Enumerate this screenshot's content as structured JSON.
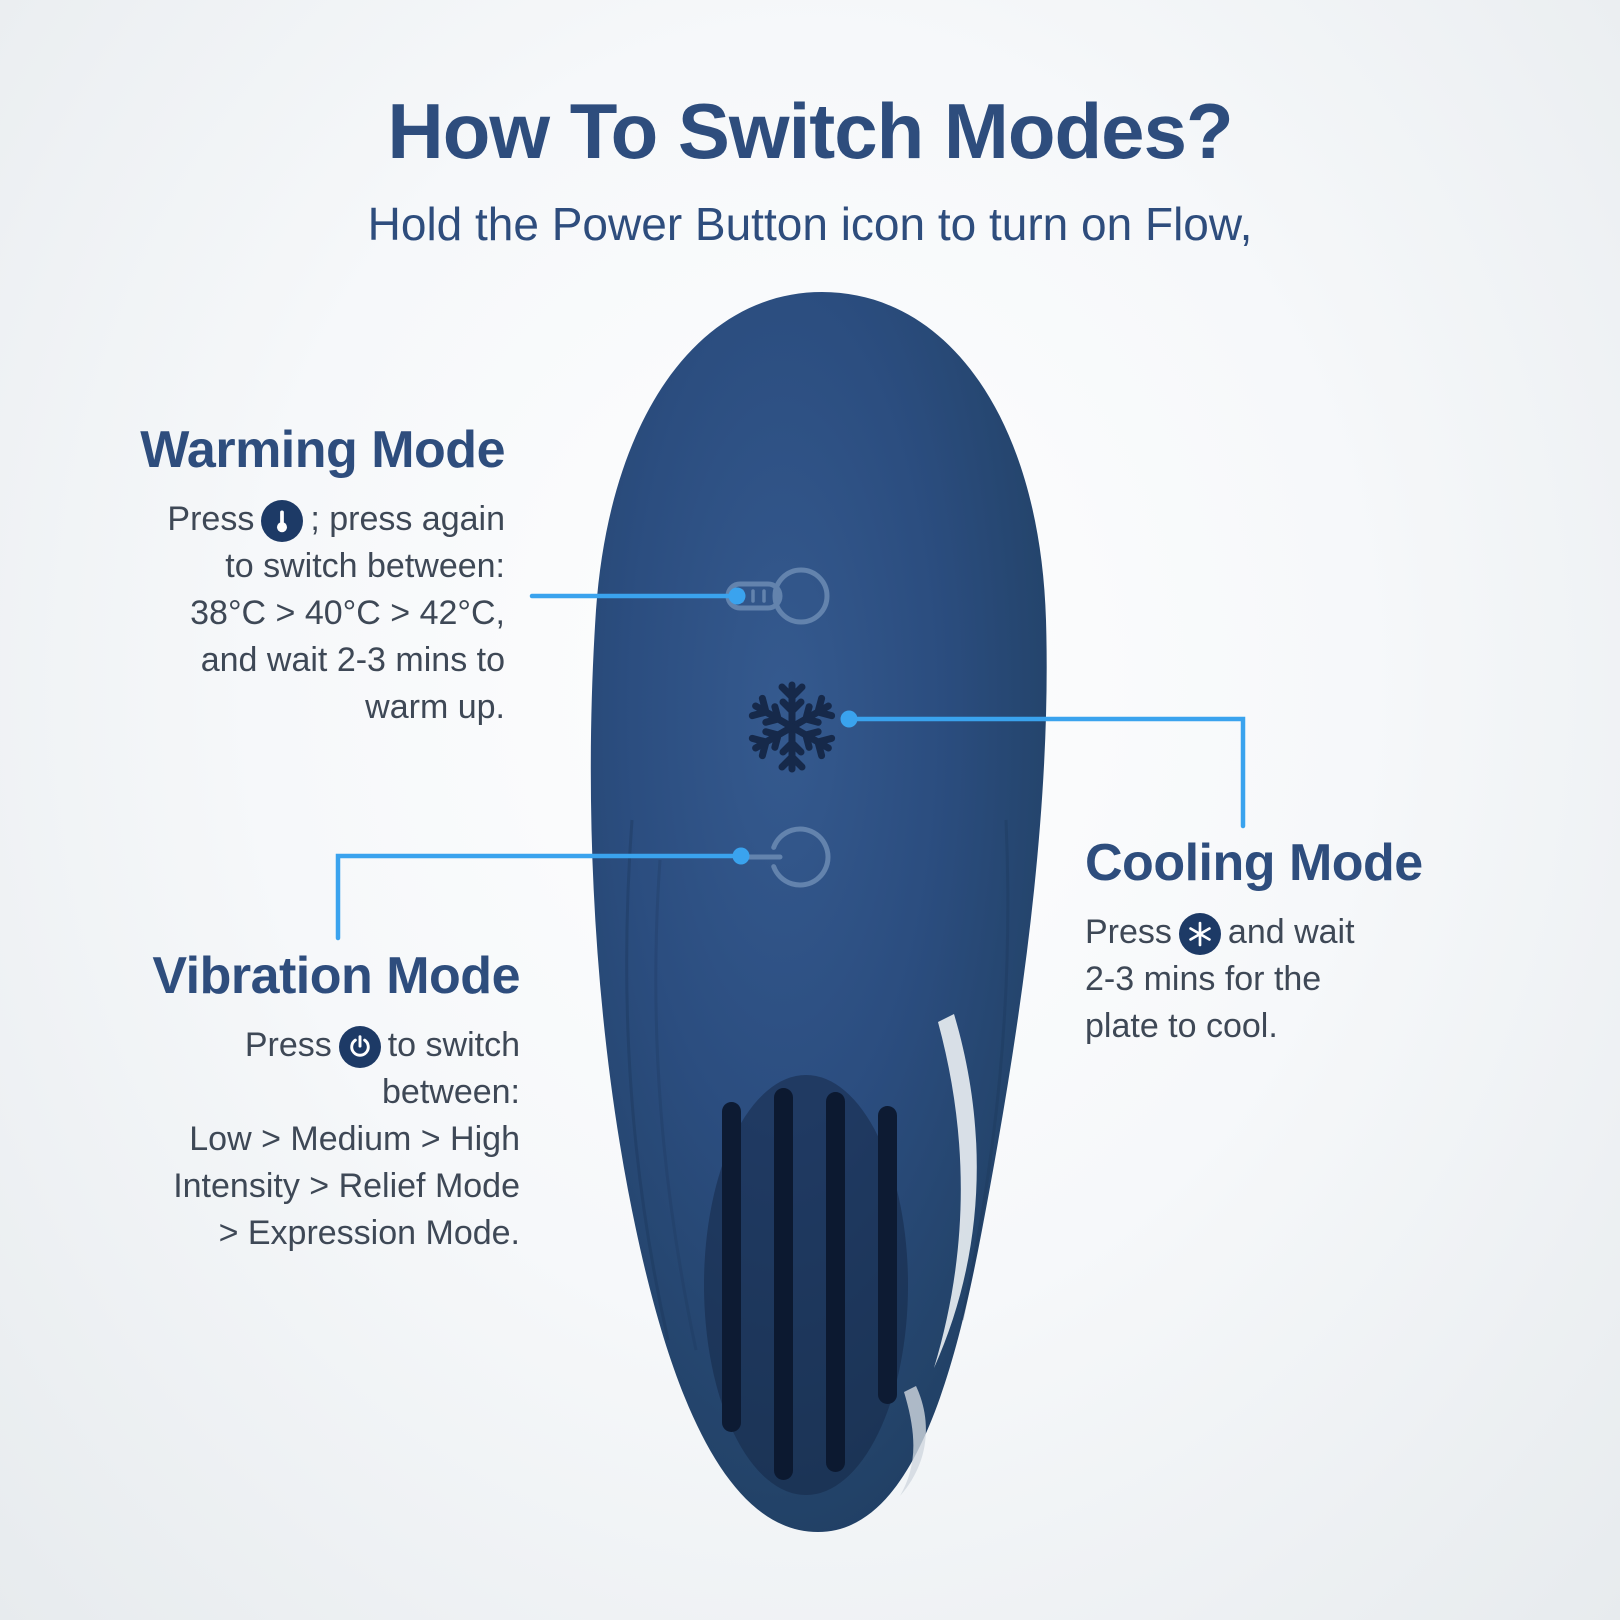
{
  "page": {
    "title": "How To Switch Modes?",
    "subtitle": "Hold the Power Button icon to turn on Flow,"
  },
  "colors": {
    "heading_navy": "#2e4d7d",
    "body_text": "#3e4856",
    "connector_blue": "#3aa3ee",
    "device_blue": "#2a4b7c",
    "icon_badge_navy": "#1d3a66"
  },
  "warming": {
    "heading": "Warming Mode",
    "line1_pre": "Press",
    "icon": "thermometer-icon",
    "line1_post": "; press again",
    "lines": [
      "to switch between:",
      "38°C > 40°C > 42°C,",
      "and wait 2-3 mins to",
      "warm up."
    ]
  },
  "cooling": {
    "heading": "Cooling Mode",
    "line1_pre": "Press",
    "icon": "snowflake-icon",
    "line1_post": "and wait",
    "lines": [
      "2-3 mins for the",
      "plate to cool."
    ]
  },
  "vibration": {
    "heading": "Vibration Mode",
    "line1_pre": "Press",
    "icon": "power-icon",
    "line1_post": "to switch",
    "lines": [
      "between:",
      "Low > Medium > High",
      "Intensity > Relief Mode",
      "> Expression Mode."
    ]
  },
  "device": {
    "buttons": [
      "warming-button",
      "cooling-button",
      "power-button"
    ]
  }
}
